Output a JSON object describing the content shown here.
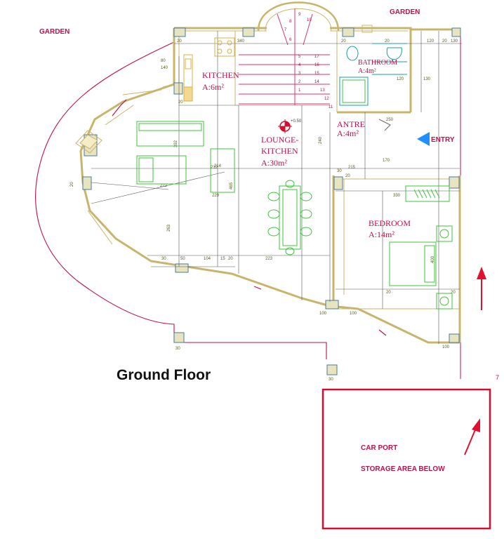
{
  "title": "Ground Floor",
  "garden_labels": [
    "GARDEN",
    "GARDEN"
  ],
  "rooms": {
    "kitchen": {
      "name": "KITCHEN",
      "area": "A:6m²"
    },
    "bathroom": {
      "name": "BATHROOM",
      "area": "A:4m²"
    },
    "lounge": {
      "name_line1": "LOUNGE-",
      "name_line2": "KITCHEN",
      "area": "A:30m²"
    },
    "antre": {
      "name": "ANTRE",
      "area": "A:4m²"
    },
    "bedroom": {
      "name": "BEDROOM",
      "area": "A:14m²"
    }
  },
  "entry_label": "ENTRY",
  "level_mark": "+0.50",
  "carport": {
    "line1": "CAR PORT",
    "line2": "STORAGE AREA BELOW"
  },
  "corner_number": "7",
  "dimensions": {
    "top_row": [
      "20",
      "340",
      "20",
      "120",
      "20",
      "130"
    ],
    "wall_gaps": [
      "20",
      "130",
      "120",
      "20"
    ],
    "left_stack": [
      "80",
      "140"
    ],
    "mid_col": [
      "212",
      "465",
      "214",
      "229",
      "392"
    ],
    "lower_left": [
      "30",
      "50",
      "104",
      "15",
      "222",
      "223",
      "20"
    ],
    "bedroom_right": [
      "330",
      "20",
      "20",
      "400",
      "100",
      "20"
    ],
    "stairs_right": [
      "17",
      "16",
      "15",
      "14",
      "13",
      "12",
      "11"
    ],
    "stairs_left": [
      "1",
      "2",
      "3",
      "4",
      "5",
      "6",
      "7",
      "8",
      "9",
      "10"
    ],
    "misc": [
      "250",
      "170",
      "30",
      "30",
      "100",
      "100",
      "30",
      "215",
      "240",
      "263",
      "20"
    ]
  },
  "colors": {
    "garden_text": "#c0104a",
    "boundary": "#c0104a",
    "wall": "#c8b46a",
    "dimension_line": "#555555",
    "furniture": "#3cc43c",
    "carport": "#d0102e",
    "entry_arrow": "#1e90ff",
    "arrow_red": "#e0102e"
  }
}
